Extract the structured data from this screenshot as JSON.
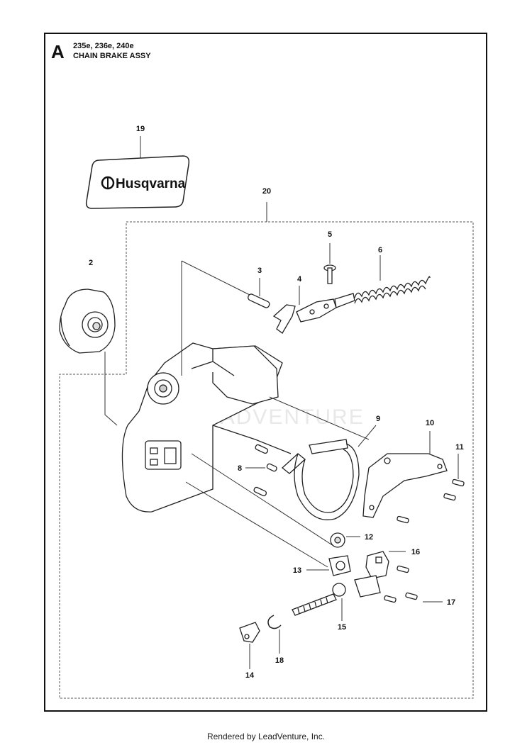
{
  "header": {
    "section_letter": "A",
    "models": "235e, 236e, 240e",
    "title": "CHAIN BRAKE ASSY"
  },
  "decal": {
    "brand": "Husqvarna"
  },
  "watermark": "LEADVENTURE",
  "callouts": [
    "19",
    "20",
    "2",
    "3",
    "4",
    "5",
    "6",
    "8",
    "9",
    "10",
    "11",
    "12",
    "13",
    "14",
    "15",
    "16",
    "17",
    "18"
  ],
  "footer": "Rendered by LeadVenture, Inc."
}
